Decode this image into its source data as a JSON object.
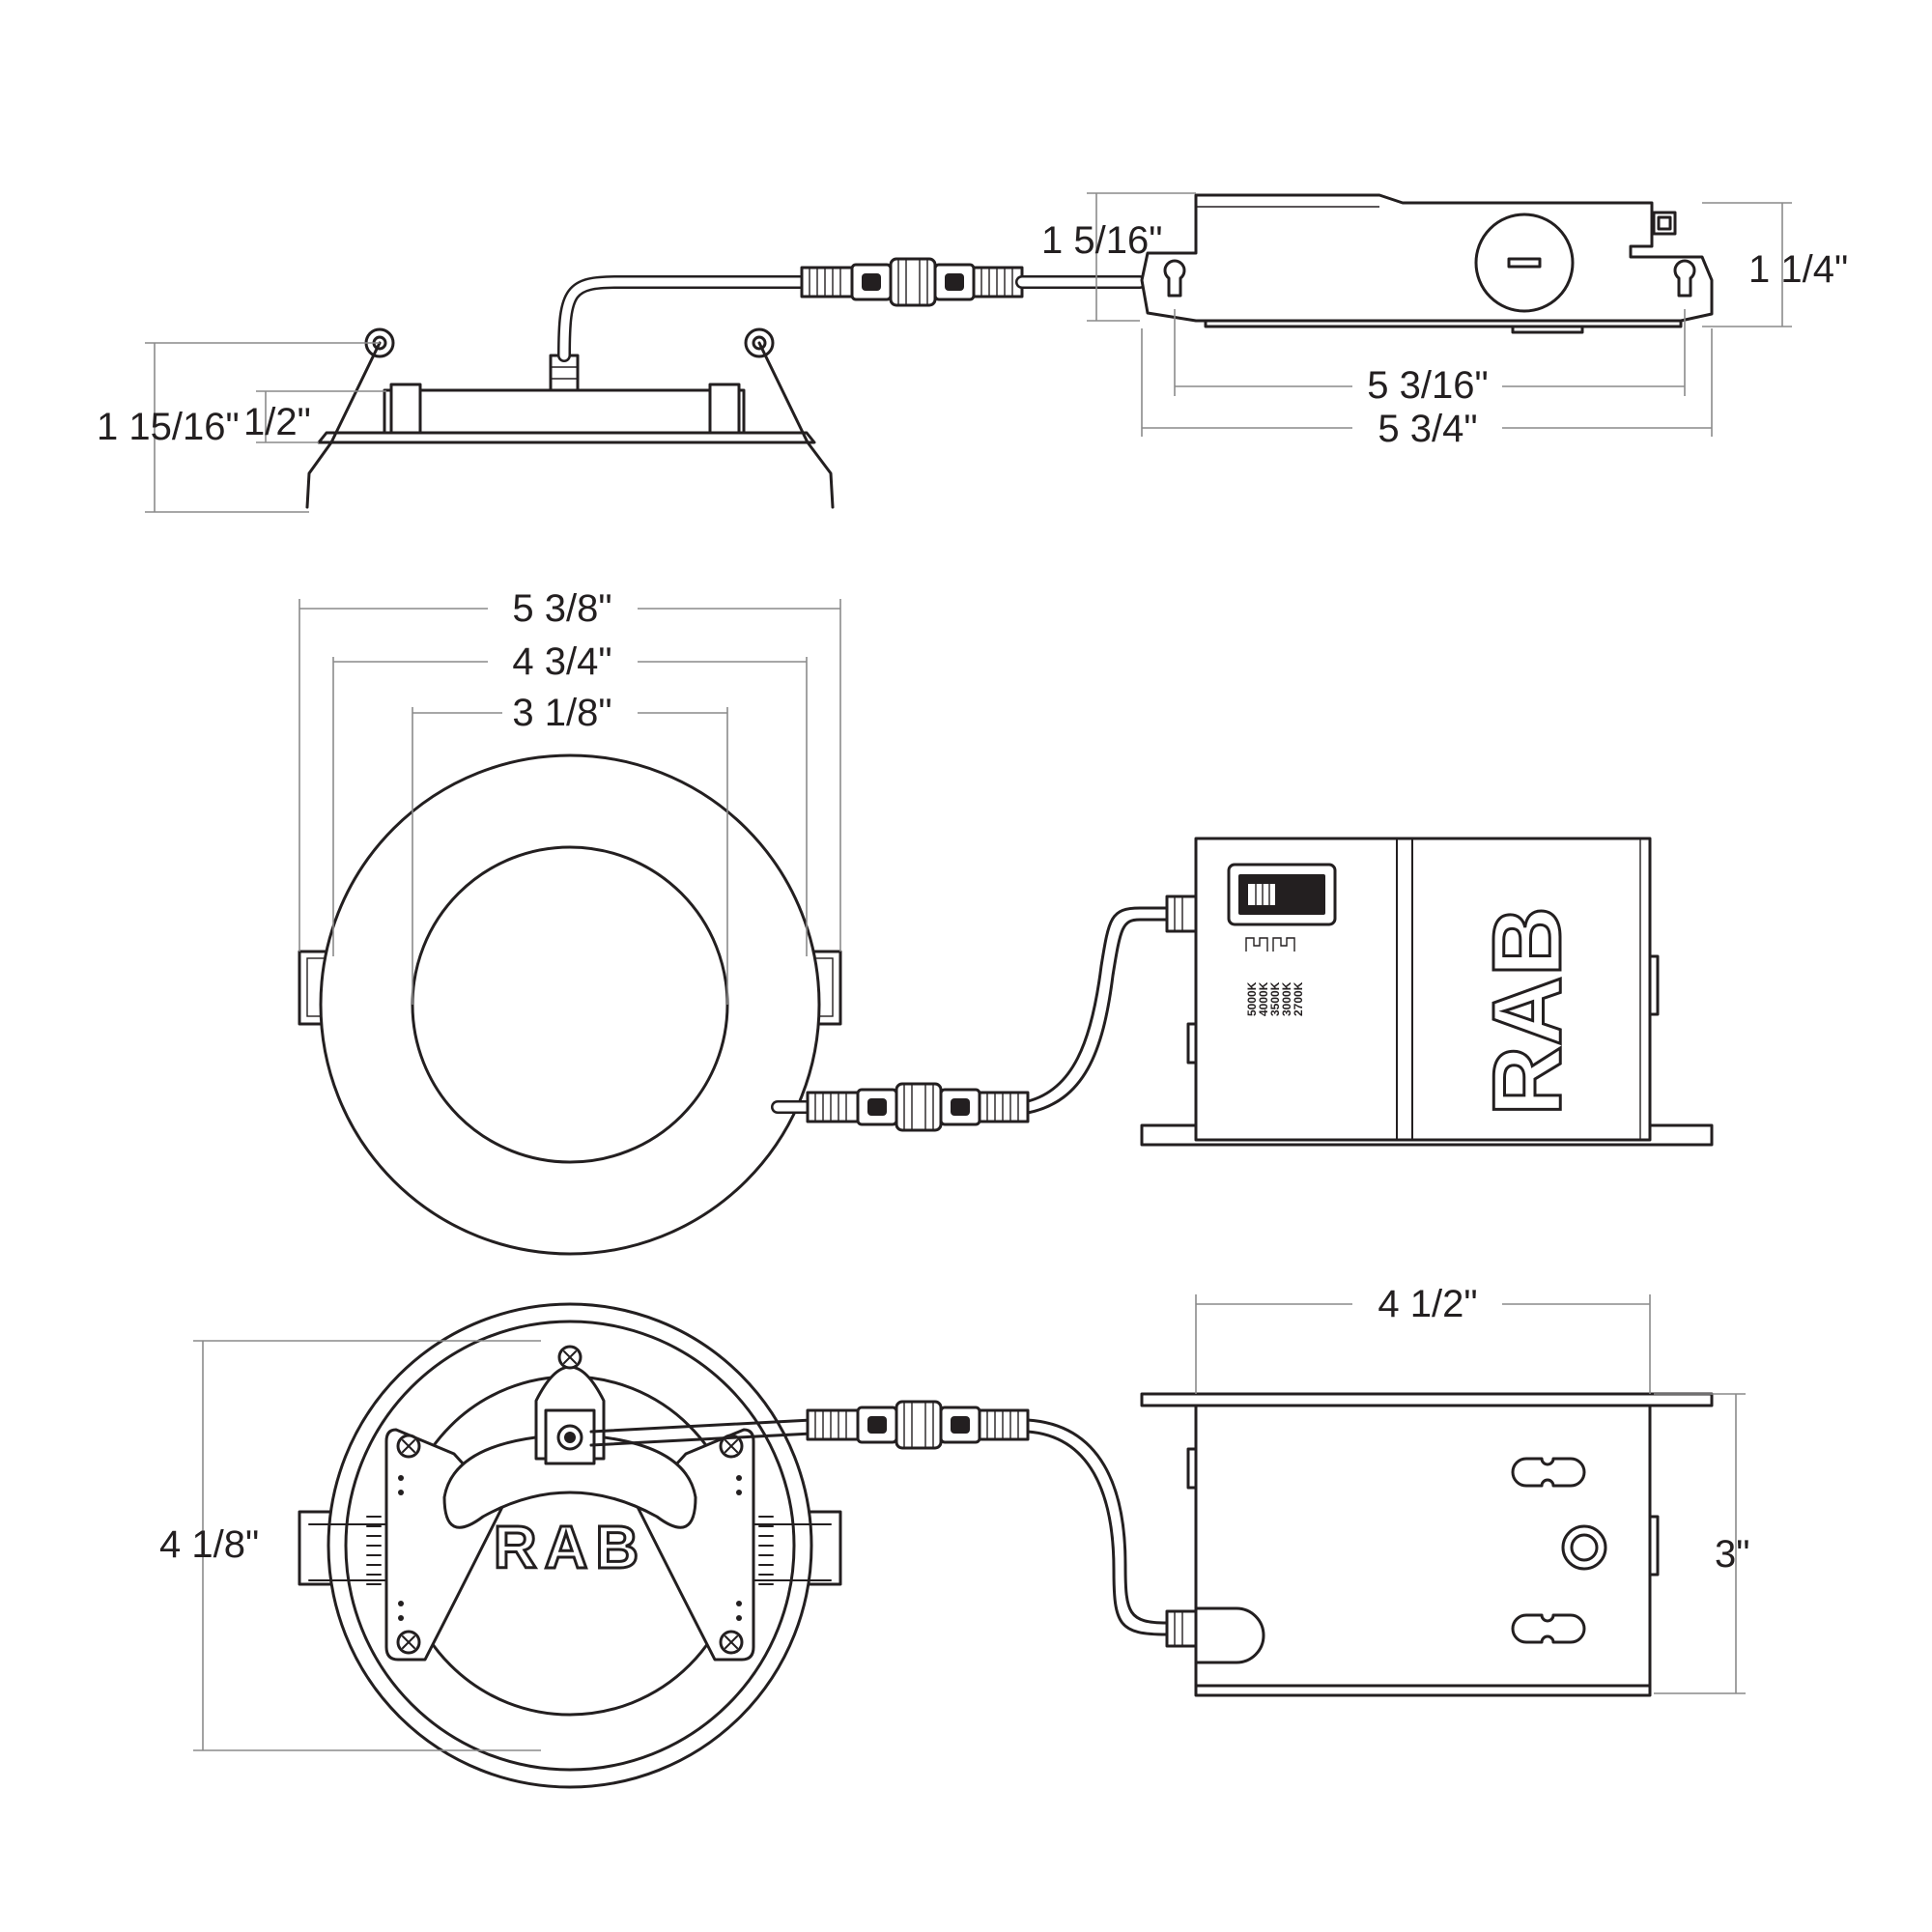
{
  "dimensions": {
    "side_height_overall": "1 15/16\"",
    "side_trim_thickness": "1/2\"",
    "driver_side_height": "1 5/16\"",
    "driver_right_height": "1 1/4\"",
    "driver_inner_length": "5 3/16\"",
    "driver_overall_length": "5 3/4\"",
    "trim_outer_diameter": "5 3/8\"",
    "clip_span": "4 3/4\"",
    "lens_diameter": "3 1/8\"",
    "box_length": "4 1/2\"",
    "rear_height": "4 1/8\"",
    "box_height": "3\""
  },
  "cct_options": [
    "5000K",
    "4000K",
    "3500K",
    "3000K",
    "2700K"
  ],
  "logo": "RAB",
  "colors": {
    "line": "#231f20",
    "dimension_line": "#8a8a8a",
    "background": "#ffffff"
  }
}
